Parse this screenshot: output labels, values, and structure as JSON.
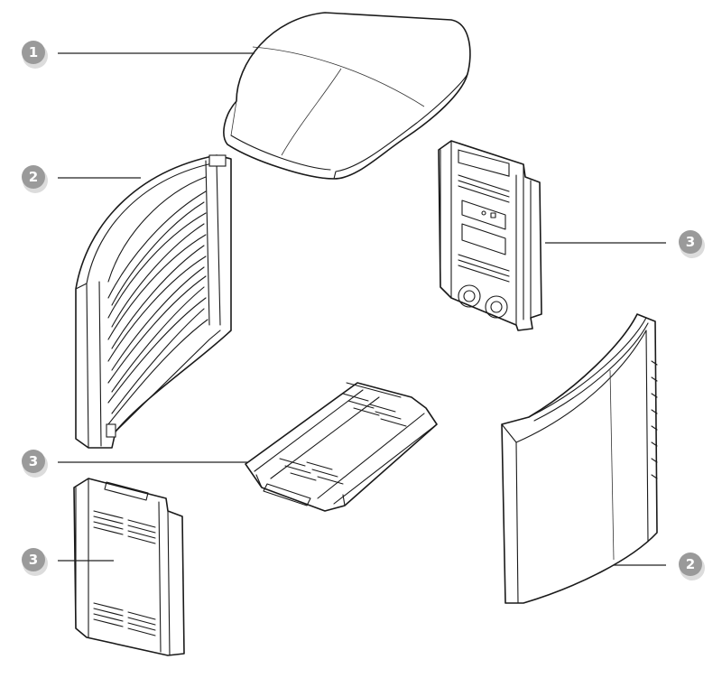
{
  "callouts": [
    {
      "id": "c1",
      "label": "1",
      "part": "top-cover"
    },
    {
      "id": "c2a",
      "label": "2",
      "part": "curved-side-panel-left"
    },
    {
      "id": "c3a",
      "label": "3",
      "part": "bracket-right"
    },
    {
      "id": "c3b",
      "label": "3",
      "part": "bracket-center"
    },
    {
      "id": "c3c",
      "label": "3",
      "part": "bracket-lower-left"
    },
    {
      "id": "c2b",
      "label": "2",
      "part": "curved-side-panel-right"
    }
  ],
  "colors": {
    "callout_fill": "#9a9a9a",
    "line": "#1a1a1a",
    "background": "#ffffff"
  }
}
